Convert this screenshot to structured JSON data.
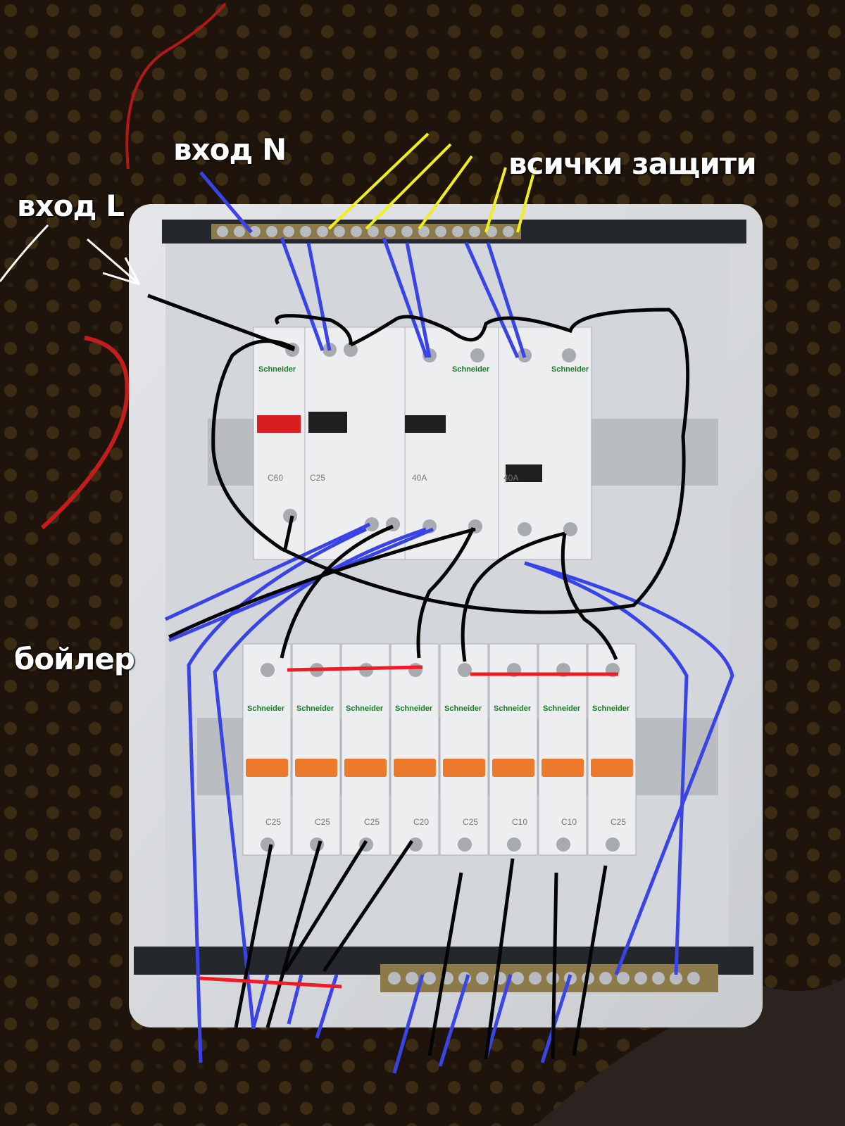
{
  "labels": {
    "input_n": "вход N",
    "input_l": "вход L",
    "all_protections": "всички защити",
    "boiler": "бойлер"
  },
  "brand": "Schneider",
  "breaker_ratings": [
    "C25",
    "C25",
    "C25",
    "C20",
    "C25",
    "C10",
    "C10",
    "C25"
  ],
  "top_device_ratings": [
    "C60",
    "C25",
    "40A",
    "40A"
  ],
  "wire_colors": {
    "neutral": "#3a44e6",
    "earth": "#f2ee1a",
    "phase": "#050505",
    "bridge": "#ee1c24",
    "input_l": "#ffffff"
  }
}
